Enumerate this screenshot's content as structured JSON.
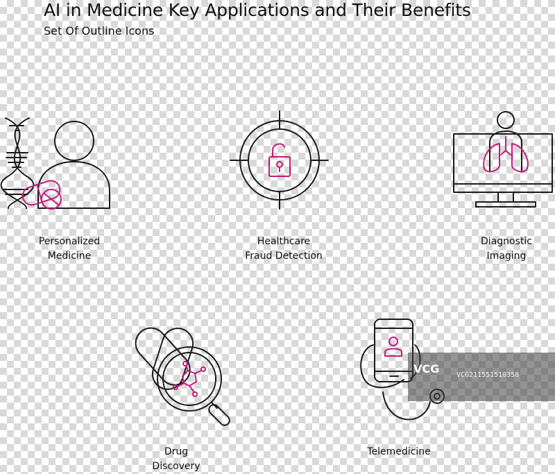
{
  "header": {
    "title": "AI in Medicine Key Applications and Their Benefits",
    "subtitle": "Set Of Outline Icons"
  },
  "colors": {
    "outline": "#1a1a1a",
    "accent": "#c2187a"
  },
  "icons": [
    {
      "id": "personalized-medicine",
      "icon": "dna-person-pill-icon",
      "lines": [
        "Personalized",
        "Medicine"
      ]
    },
    {
      "id": "fraud-detection",
      "icon": "target-unlocked-padlock-icon",
      "lines": [
        "Healthcare",
        "Fraud Detection"
      ]
    },
    {
      "id": "diagnostic-imaging",
      "icon": "monitor-lungs-icon",
      "lines": [
        "Diagnostic",
        "Imaging"
      ]
    },
    {
      "id": "drug-discovery",
      "icon": "magnifier-pills-molecule-icon",
      "lines": [
        "Drug",
        "Discovery"
      ]
    },
    {
      "id": "telemedicine",
      "icon": "smartphone-stethoscope-icon",
      "lines": [
        "Telemedicine"
      ]
    }
  ],
  "watermark": {
    "logo": "VCG",
    "id": "VCG211551510358"
  }
}
